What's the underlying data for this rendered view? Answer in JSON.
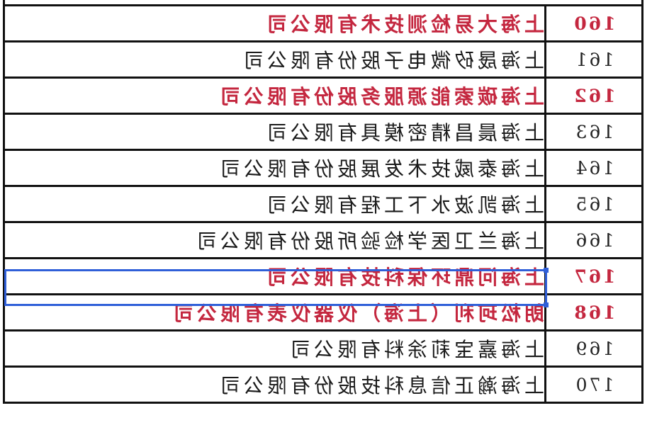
{
  "view": {
    "mirrored_horizontally": true
  },
  "colors": {
    "highlight_text": "#c4273f",
    "normal_text": "#1a1a1a",
    "selection_border": "#2f5fd8",
    "grid": "#111111"
  },
  "table": {
    "rows": [
      {
        "num": "160",
        "name": "上海大易检测技术有限公司",
        "highlighted": true
      },
      {
        "num": "161",
        "name": "上海晟矽微电子股份有限公司",
        "highlighted": false
      },
      {
        "num": "162",
        "name": "上海碳索能源服务股份有限公司",
        "highlighted": true
      },
      {
        "num": "163",
        "name": "上海晨昌精密模具有限公司",
        "highlighted": false
      },
      {
        "num": "164",
        "name": "上海泰威技术发展股份有限公司",
        "highlighted": false
      },
      {
        "num": "165",
        "name": "上海凯波水下工程有限公司",
        "highlighted": false
      },
      {
        "num": "166",
        "name": "上海兰卫医学检验所股份有限公司",
        "highlighted": false
      },
      {
        "num": "167",
        "name": "上海问鼎环保科技有限公司",
        "highlighted": true,
        "selected": true
      },
      {
        "num": "168",
        "name": "朗松珂利（上海）仪器仪表有限公司",
        "highlighted": true
      },
      {
        "num": "169",
        "name": "上海嘉宝莉涂料有限公司",
        "highlighted": false
      },
      {
        "num": "170",
        "name": "上海瀚正信息科技股份有限公司",
        "highlighted": false
      }
    ]
  }
}
